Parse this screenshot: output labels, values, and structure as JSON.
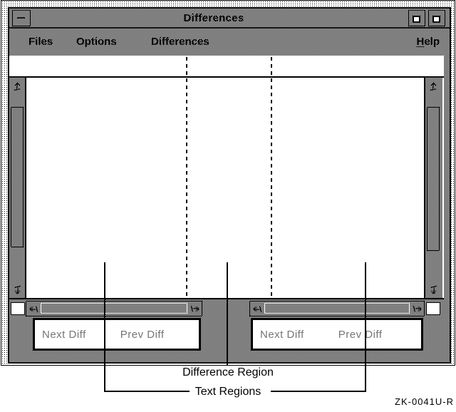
{
  "window": {
    "title": "Differences",
    "menu": {
      "items": [
        {
          "label": "Files"
        },
        {
          "label": "Options"
        },
        {
          "label": "Differences"
        }
      ],
      "help": {
        "mnemonic": "H",
        "rest": "elp"
      }
    },
    "diff_controls": {
      "left": {
        "next": "Next Diff",
        "prev": "Prev Diff"
      },
      "right": {
        "next": "Next Diff",
        "prev": "Prev Diff"
      }
    },
    "icons": {
      "window_menu": "dash-icon",
      "titlebar_buttons": "small-square-icon",
      "scrollbar_arrows": "diagonal-stepper-arrow-icon"
    }
  },
  "annotations": {
    "difference_region": "Difference Region",
    "text_regions": "Text Regions",
    "figure_id": "ZK-0041U-R"
  },
  "colors": {
    "ink": "#000000",
    "paper": "#ffffff",
    "stipple_text": "#757575"
  }
}
